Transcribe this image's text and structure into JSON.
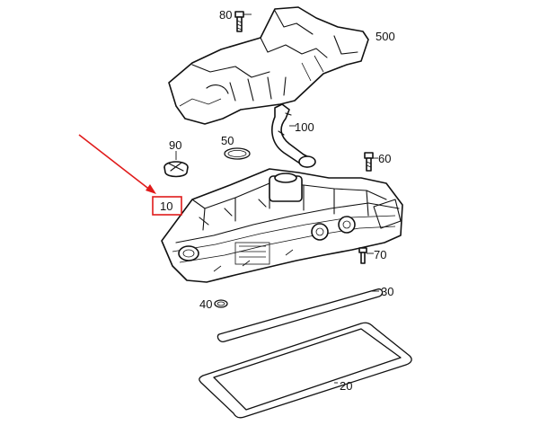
{
  "labels": {
    "p500": "500",
    "p80": "80",
    "p100": "100",
    "p90": "90",
    "p50": "50",
    "p60": "60",
    "p10": "10",
    "p70": "70",
    "p40": "40",
    "p30": "30",
    "p20": "20"
  },
  "colors": {
    "line": "#111111",
    "highlight": "#e01b1b",
    "background": "#ffffff"
  }
}
